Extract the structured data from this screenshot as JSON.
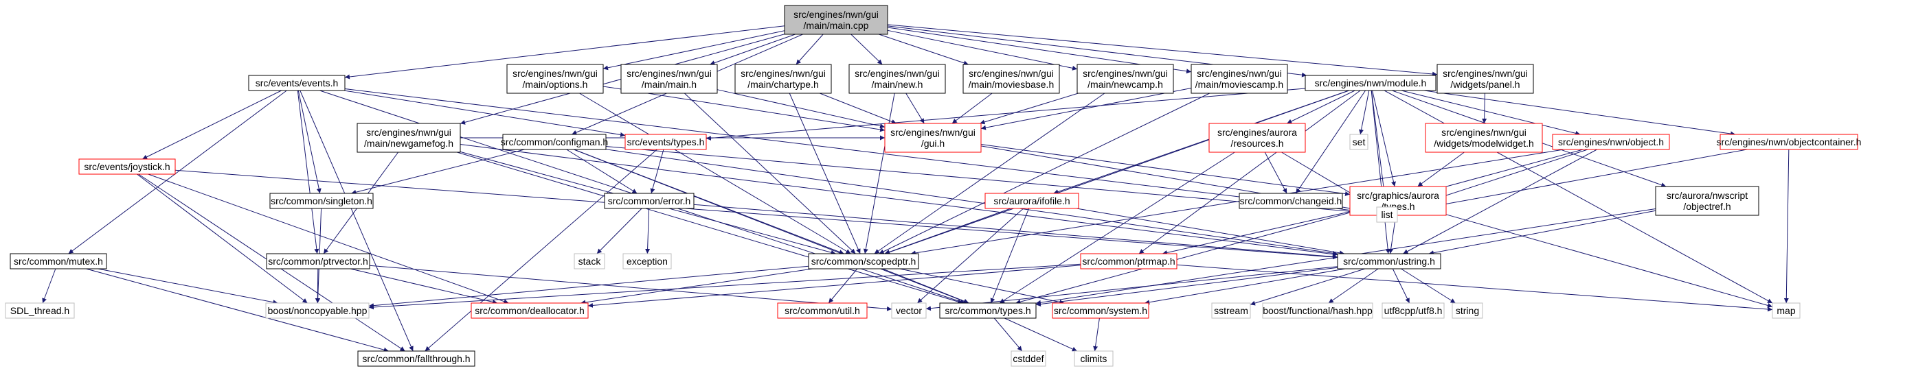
{
  "diagram": {
    "colors": {
      "root_fill": "#bfbfbf",
      "node_fill": "#ffffff",
      "border_normal": "#000000",
      "border_red": "#ff0000",
      "border_gray": "#bfbfbf",
      "edge": "#191970",
      "gray_text": "#808080"
    },
    "nodes": [
      {
        "id": "root",
        "lines": [
          "src/engines/nwn/gui",
          "/main/main.cpp"
        ],
        "style": "root"
      },
      {
        "id": "events_events",
        "lines": [
          "src/events/events.h"
        ],
        "style": "normal"
      },
      {
        "id": "main_options",
        "lines": [
          "src/engines/nwn/gui",
          "/main/options.h"
        ],
        "style": "normal"
      },
      {
        "id": "main_main",
        "lines": [
          "src/engines/nwn/gui",
          "/main/main.h"
        ],
        "style": "normal"
      },
      {
        "id": "main_chartype",
        "lines": [
          "src/engines/nwn/gui",
          "/main/chartype.h"
        ],
        "style": "normal"
      },
      {
        "id": "main_new",
        "lines": [
          "src/engines/nwn/gui",
          "/main/new.h"
        ],
        "style": "normal"
      },
      {
        "id": "main_moviesbase",
        "lines": [
          "src/engines/nwn/gui",
          "/main/moviesbase.h"
        ],
        "style": "normal"
      },
      {
        "id": "main_newcamp",
        "lines": [
          "src/engines/nwn/gui",
          "/main/newcamp.h"
        ],
        "style": "normal"
      },
      {
        "id": "main_moviescamp",
        "lines": [
          "src/engines/nwn/gui",
          "/main/moviescamp.h"
        ],
        "style": "normal"
      },
      {
        "id": "module",
        "lines": [
          "src/engines/nwn/module.h"
        ],
        "style": "normal"
      },
      {
        "id": "widgets_panel",
        "lines": [
          "src/engines/nwn/gui",
          "/widgets/panel.h"
        ],
        "style": "normal"
      },
      {
        "id": "main_newgamefog",
        "lines": [
          "src/engines/nwn/gui",
          "/main/newgamefog.h"
        ],
        "style": "normal"
      },
      {
        "id": "configman",
        "lines": [
          "src/common/configman.h"
        ],
        "style": "normal"
      },
      {
        "id": "events_types",
        "lines": [
          "src/events/types.h"
        ],
        "style": "red"
      },
      {
        "id": "gui_h",
        "lines": [
          "src/engines/nwn/gui",
          "/gui.h"
        ],
        "style": "red"
      },
      {
        "id": "aurora_resources",
        "lines": [
          "src/engines/aurora",
          "/resources.h"
        ],
        "style": "red"
      },
      {
        "id": "set",
        "lines": [
          "set"
        ],
        "style": "gray"
      },
      {
        "id": "modelwidget",
        "lines": [
          "src/engines/nwn/gui",
          "/widgets/modelwidget.h"
        ],
        "style": "red"
      },
      {
        "id": "nwn_object",
        "lines": [
          "src/engines/nwn/object.h"
        ],
        "style": "red"
      },
      {
        "id": "objectcontainer",
        "lines": [
          "src/engines/nwn/objectcontainer.h"
        ],
        "style": "red"
      },
      {
        "id": "joystick",
        "lines": [
          "src/events/joystick.h"
        ],
        "style": "red"
      },
      {
        "id": "singleton",
        "lines": [
          "src/common/singleton.h"
        ],
        "style": "normal"
      },
      {
        "id": "error",
        "lines": [
          "src/common/error.h"
        ],
        "style": "normal"
      },
      {
        "id": "ifofile",
        "lines": [
          "src/aurora/ifofile.h"
        ],
        "style": "red"
      },
      {
        "id": "changeid",
        "lines": [
          "src/common/changeid.h"
        ],
        "style": "normal"
      },
      {
        "id": "graphics_types",
        "lines": [
          "src/graphics/aurora",
          "/types.h"
        ],
        "style": "red"
      },
      {
        "id": "list",
        "lines": [
          "list"
        ],
        "style": "gray"
      },
      {
        "id": "objectref",
        "lines": [
          "src/aurora/nwscript",
          "/objectref.h"
        ],
        "style": "normal"
      },
      {
        "id": "mutex",
        "lines": [
          "src/common/mutex.h"
        ],
        "style": "normal"
      },
      {
        "id": "ptrvector",
        "lines": [
          "src/common/ptrvector.h"
        ],
        "style": "normal"
      },
      {
        "id": "stack",
        "lines": [
          "stack"
        ],
        "style": "gray"
      },
      {
        "id": "exception",
        "lines": [
          "exception"
        ],
        "style": "gray"
      },
      {
        "id": "scopedptr",
        "lines": [
          "src/common/scopedptr.h"
        ],
        "style": "normal"
      },
      {
        "id": "ptrmap",
        "lines": [
          "src/common/ptrmap.h"
        ],
        "style": "red"
      },
      {
        "id": "ustring",
        "lines": [
          "src/common/ustring.h"
        ],
        "style": "normal"
      },
      {
        "id": "sdl_thread",
        "lines": [
          "SDL_thread.h"
        ],
        "style": "gray"
      },
      {
        "id": "noncopyable",
        "lines": [
          "boost/noncopyable.hpp"
        ],
        "style": "gray"
      },
      {
        "id": "deallocator",
        "lines": [
          "src/common/deallocator.h"
        ],
        "style": "red"
      },
      {
        "id": "util",
        "lines": [
          "src/common/util.h"
        ],
        "style": "red"
      },
      {
        "id": "vector",
        "lines": [
          "vector"
        ],
        "style": "gray"
      },
      {
        "id": "common_types",
        "lines": [
          "src/common/types.h"
        ],
        "style": "normal"
      },
      {
        "id": "system",
        "lines": [
          "src/common/system.h"
        ],
        "style": "red"
      },
      {
        "id": "sstream",
        "lines": [
          "sstream"
        ],
        "style": "gray"
      },
      {
        "id": "hash",
        "lines": [
          "boost/functional/hash.hpp"
        ],
        "style": "gray"
      },
      {
        "id": "utf8",
        "lines": [
          "utf8cpp/utf8.h"
        ],
        "style": "gray"
      },
      {
        "id": "string",
        "lines": [
          "string"
        ],
        "style": "gray"
      },
      {
        "id": "map",
        "lines": [
          "map"
        ],
        "style": "gray"
      },
      {
        "id": "fallthrough",
        "lines": [
          "src/common/fallthrough.h"
        ],
        "style": "normal"
      },
      {
        "id": "cstddef",
        "lines": [
          "cstddef"
        ],
        "style": "gray"
      },
      {
        "id": "climits",
        "lines": [
          "climits"
        ],
        "style": "gray"
      }
    ],
    "edges": [
      [
        "root",
        "events_events"
      ],
      [
        "root",
        "main_options"
      ],
      [
        "root",
        "main_main"
      ],
      [
        "root",
        "main_chartype"
      ],
      [
        "root",
        "main_new"
      ],
      [
        "root",
        "main_moviesbase"
      ],
      [
        "root",
        "main_newcamp"
      ],
      [
        "root",
        "main_moviescamp"
      ],
      [
        "root",
        "module"
      ],
      [
        "root",
        "widgets_panel"
      ],
      [
        "root",
        "main_newgamefog"
      ],
      [
        "root",
        "configman"
      ],
      [
        "events_events",
        "events_types"
      ],
      [
        "events_events",
        "joystick"
      ],
      [
        "events_events",
        "singleton"
      ],
      [
        "events_events",
        "mutex"
      ],
      [
        "events_events",
        "ptrvector"
      ],
      [
        "events_events",
        "list"
      ],
      [
        "events_events",
        "common_types"
      ],
      [
        "events_events",
        "fallthrough"
      ],
      [
        "main_options",
        "gui_h"
      ],
      [
        "main_options",
        "scopedptr"
      ],
      [
        "main_main",
        "gui_h"
      ],
      [
        "main_main",
        "scopedptr"
      ],
      [
        "main_chartype",
        "gui_h"
      ],
      [
        "main_chartype",
        "scopedptr"
      ],
      [
        "main_new",
        "gui_h"
      ],
      [
        "main_new",
        "scopedptr"
      ],
      [
        "main_moviesbase",
        "gui_h"
      ],
      [
        "main_newcamp",
        "gui_h"
      ],
      [
        "main_newcamp",
        "scopedptr"
      ],
      [
        "main_moviescamp",
        "gui_h"
      ],
      [
        "main_moviescamp",
        "scopedptr"
      ],
      [
        "module",
        "events_types"
      ],
      [
        "module",
        "aurora_resources"
      ],
      [
        "module",
        "set"
      ],
      [
        "module",
        "nwn_object"
      ],
      [
        "module",
        "objectcontainer"
      ],
      [
        "module",
        "ifofile"
      ],
      [
        "module",
        "changeid"
      ],
      [
        "module",
        "graphics_types"
      ],
      [
        "module",
        "list"
      ],
      [
        "module",
        "objectref"
      ],
      [
        "module",
        "scopedptr"
      ],
      [
        "module",
        "ptrmap"
      ],
      [
        "module",
        "ustring"
      ],
      [
        "module",
        "map"
      ],
      [
        "widgets_panel",
        "modelwidget"
      ],
      [
        "main_newgamefog",
        "gui_h"
      ],
      [
        "main_newgamefog",
        "ptrvector"
      ],
      [
        "main_newgamefog",
        "common_types"
      ],
      [
        "main_newgamefog",
        "scopedptr"
      ],
      [
        "main_newgamefog",
        "ustring"
      ],
      [
        "configman",
        "singleton"
      ],
      [
        "configman",
        "error"
      ],
      [
        "configman",
        "ustring"
      ],
      [
        "configman",
        "scopedptr"
      ],
      [
        "configman",
        "common_types"
      ],
      [
        "configman",
        "list"
      ],
      [
        "gui_h",
        "graphics_types"
      ],
      [
        "gui_h",
        "list"
      ],
      [
        "events_types",
        "error"
      ],
      [
        "events_types",
        "fallthrough"
      ],
      [
        "aurora_resources",
        "changeid"
      ],
      [
        "aurora_resources",
        "list"
      ],
      [
        "aurora_resources",
        "common_types"
      ],
      [
        "modelwidget",
        "graphics_types"
      ],
      [
        "nwn_object",
        "list"
      ],
      [
        "nwn_object",
        "scopedptr"
      ],
      [
        "nwn_object",
        "ustring"
      ],
      [
        "nwn_object",
        "common_types"
      ],
      [
        "objectcontainer",
        "list"
      ],
      [
        "objectcontainer",
        "map"
      ],
      [
        "joystick",
        "noncopyable"
      ],
      [
        "joystick",
        "ustring"
      ],
      [
        "joystick",
        "deallocator"
      ],
      [
        "joystick",
        "fallthrough"
      ],
      [
        "singleton",
        "noncopyable"
      ],
      [
        "error",
        "stack"
      ],
      [
        "error",
        "exception"
      ],
      [
        "error",
        "ustring"
      ],
      [
        "ifofile",
        "scopedptr"
      ],
      [
        "ifofile",
        "ustring"
      ],
      [
        "ifofile",
        "common_types"
      ],
      [
        "ifofile",
        "vector"
      ],
      [
        "graphics_types",
        "ustring"
      ],
      [
        "graphics_types",
        "map"
      ],
      [
        "graphics_types",
        "ptrmap"
      ],
      [
        "objectref",
        "ustring"
      ],
      [
        "objectref",
        "common_types"
      ],
      [
        "mutex",
        "sdl_thread"
      ],
      [
        "mutex",
        "noncopyable"
      ],
      [
        "mutex",
        "fallthrough"
      ],
      [
        "ptrvector",
        "noncopyable"
      ],
      [
        "ptrvector",
        "deallocator"
      ],
      [
        "ptrvector",
        "vector"
      ],
      [
        "scopedptr",
        "noncopyable"
      ],
      [
        "scopedptr",
        "deallocator"
      ],
      [
        "scopedptr",
        "util"
      ],
      [
        "scopedptr",
        "common_types"
      ],
      [
        "scopedptr",
        "system"
      ],
      [
        "ptrmap",
        "noncopyable"
      ],
      [
        "ptrmap",
        "deallocator"
      ],
      [
        "ptrmap",
        "map"
      ],
      [
        "ustring",
        "common_types"
      ],
      [
        "ustring",
        "system"
      ],
      [
        "ustring",
        "sstream"
      ],
      [
        "ustring",
        "hash"
      ],
      [
        "ustring",
        "utf8"
      ],
      [
        "ustring",
        "string"
      ],
      [
        "ustring",
        "vector"
      ],
      [
        "common_types",
        "cstddef"
      ],
      [
        "common_types",
        "climits"
      ],
      [
        "system",
        "climits"
      ]
    ]
  }
}
